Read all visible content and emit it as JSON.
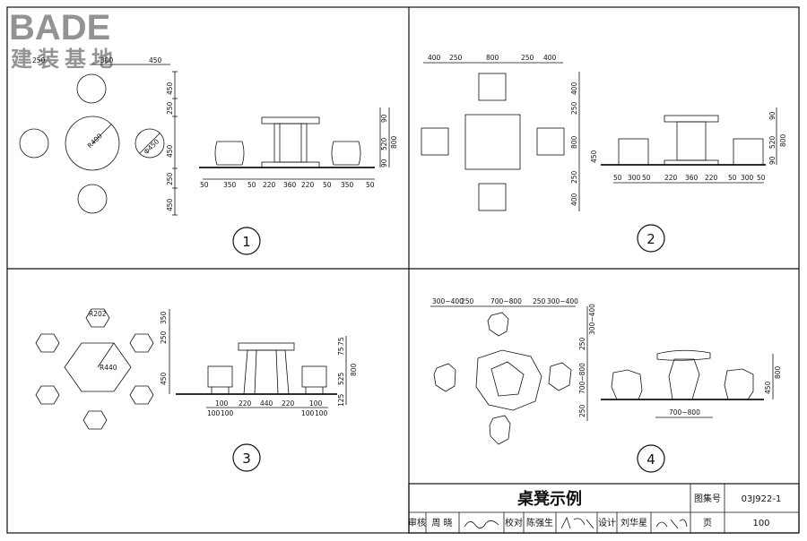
{
  "logo": {
    "latin": "BADE",
    "chinese": "建装基地"
  },
  "panel1": {
    "number": "1",
    "top_dims": [
      "250",
      "300",
      "450"
    ],
    "left_dims": [
      "450",
      "250",
      "450",
      "250",
      "450"
    ],
    "radius_label": "R400",
    "diameter_label": "Φ450",
    "bottom_dims": [
      "50",
      "350",
      "50",
      "220",
      "360",
      "220",
      "50",
      "350",
      "50"
    ],
    "right_dims": [
      "90",
      "520",
      "90",
      "800"
    ]
  },
  "panel2": {
    "number": "2",
    "top_dims": [
      "400",
      "250",
      "800",
      "250",
      "400"
    ],
    "left_dims": [
      "400",
      "250",
      "800",
      "250",
      "400"
    ],
    "elev_left_dim": "450",
    "bottom_dims": [
      "50",
      "300",
      "50",
      "220",
      "360",
      "220",
      "50",
      "300",
      "50"
    ],
    "right_dims": [
      "90",
      "520",
      "90",
      "800"
    ]
  },
  "panel3": {
    "number": "3",
    "radius_small": "R202",
    "radius_large": "R440",
    "left_dims": [
      "350",
      "250",
      "450"
    ],
    "bottom_dims": [
      "100",
      "100",
      "220",
      "440",
      "220",
      "100",
      "100",
      "100",
      "100"
    ],
    "right_dims": [
      "75",
      "75",
      "525",
      "125",
      "800"
    ]
  },
  "panel4": {
    "number": "4",
    "top_dims": [
      "300~400",
      "250",
      "700~800",
      "250",
      "300~400"
    ],
    "left_dims": [
      "300~400",
      "250",
      "700~800",
      "250"
    ],
    "bottom_dim": "700~800",
    "right_dims": [
      "450",
      "800"
    ]
  },
  "title_block": {
    "title": "桌凳示例",
    "atlas_label": "图集号",
    "atlas_number": "03J922-1",
    "review_label": "审核",
    "review_name": "周 晓",
    "check_label": "校对",
    "check_name": "陈强生",
    "design_label": "设计",
    "design_name": "刘华星",
    "page_label": "页",
    "page_number": "100"
  }
}
